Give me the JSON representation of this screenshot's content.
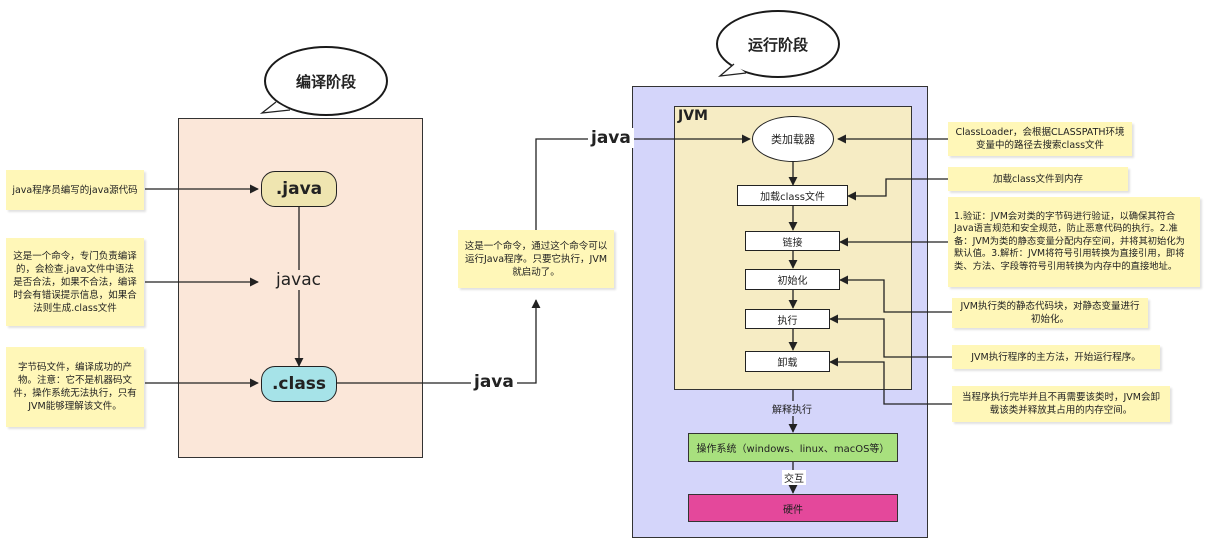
{
  "compile_stage": {
    "title": "编译阶段",
    "java_node": ".java",
    "class_node": ".class",
    "javac_label": "javac",
    "note_source": "java程序员编写的java源代码",
    "note_javac": "这是一个命令，专门负责编译的，会检查.java文件中语法是否合法，如果不合法，编译时会有错误提示信息，如果合法则生成.class文件",
    "note_class": "字节码文件，编译成功的产物。注意：它不是机器码文件，操作系统无法执行，只有JVM能够理解该文件。"
  },
  "bridge": {
    "java_label_bottom": "java",
    "java_label_top": "java",
    "note_java_cmd": "这是一个命令，通过这个命令可以运行Java程序。只要它执行，JVM就启动了。"
  },
  "run_stage": {
    "title": "运行阶段",
    "jvm_label": "JVM",
    "classloader": "类加载器",
    "step_load": "加载class文件",
    "step_link": "链接",
    "step_init": "初始化",
    "step_exec": "执行",
    "step_unload": "卸载",
    "interpret_label": "解释执行",
    "os_box": "操作系统（windows、linux、macOS等）",
    "interact_label": "交互",
    "hardware_box": "硬件",
    "note_classloader": "ClassLoader，会根据CLASSPATH环境变量中的路径去搜索class文件",
    "note_load": "加载class文件到内存",
    "note_link": "1.验证：JVM会对类的字节码进行验证，以确保其符合Java语言规范和安全规范，防止恶意代码的执行。2.准备：JVM为类的静态变量分配内存空间，并将其初始化为默认值。3.解析：JVM将符号引用转换为直接引用，即将类、方法、字段等符号引用转换为内存中的直接地址。",
    "note_init": "JVM执行类的静态代码块，对静态变量进行初始化。",
    "note_exec": "JVM执行程序的主方法，开始运行程序。",
    "note_unload": "当程序执行完毕并且不再需要该类时，JVM会卸载该类并释放其占用的内存空间。"
  },
  "colors": {
    "compile_panel": "#fbe7d9",
    "run_panel": "#d4d5fa",
    "jvm_panel": "#f6ecc4",
    "java_node": "#efe5b0",
    "class_node": "#a6e3e8",
    "note": "#fff7b8",
    "os_box": "#a8e07e",
    "hardware_box": "#e4489b"
  }
}
